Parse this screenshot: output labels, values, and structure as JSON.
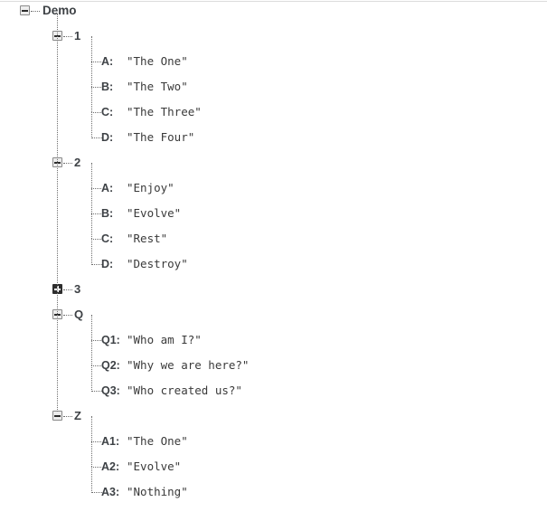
{
  "widget": {
    "name": "tree-view",
    "root_label": "Demo",
    "colors": {
      "text": "#3d4145",
      "value_text": "#3a3a3a",
      "connector": "#6e6e6e",
      "toggle_border": "#8a8a8a",
      "toggle_fill": "#ededed",
      "toggle_collapsed_fill": "#2e2e2e",
      "top_rule": "#dcdcdc",
      "background": "#ffffff"
    }
  },
  "root": {
    "label": "Demo",
    "expanded": true,
    "toggle_state": "minus"
  },
  "branches": [
    {
      "label": "1",
      "expanded": true,
      "toggle_state": "minus",
      "children": [
        {
          "key": "A:",
          "value": "\"The One\""
        },
        {
          "key": "B:",
          "value": "\"The Two\""
        },
        {
          "key": "C:",
          "value": "\"The Three\""
        },
        {
          "key": "D:",
          "value": "\"The Four\""
        }
      ]
    },
    {
      "label": "2",
      "expanded": true,
      "toggle_state": "minus",
      "children": [
        {
          "key": "A:",
          "value": "\"Enjoy\""
        },
        {
          "key": "B:",
          "value": "\"Evolve\""
        },
        {
          "key": "C:",
          "value": "\"Rest\""
        },
        {
          "key": "D:",
          "value": "\"Destroy\""
        }
      ]
    },
    {
      "label": "3",
      "expanded": false,
      "toggle_state": "plus",
      "children": []
    },
    {
      "label": "Q",
      "expanded": true,
      "toggle_state": "minus",
      "children": [
        {
          "key": "Q1:",
          "value": "\"Who am I?\""
        },
        {
          "key": "Q2:",
          "value": "\"Why we are here?\""
        },
        {
          "key": "Q3:",
          "value": "\"Who created us?\""
        }
      ]
    },
    {
      "label": "Z",
      "expanded": true,
      "toggle_state": "minus",
      "children": [
        {
          "key": "A1:",
          "value": "\"The One\""
        },
        {
          "key": "A2:",
          "value": "\"Evolve\""
        },
        {
          "key": "A3:",
          "value": "\"Nothing\""
        }
      ]
    }
  ]
}
